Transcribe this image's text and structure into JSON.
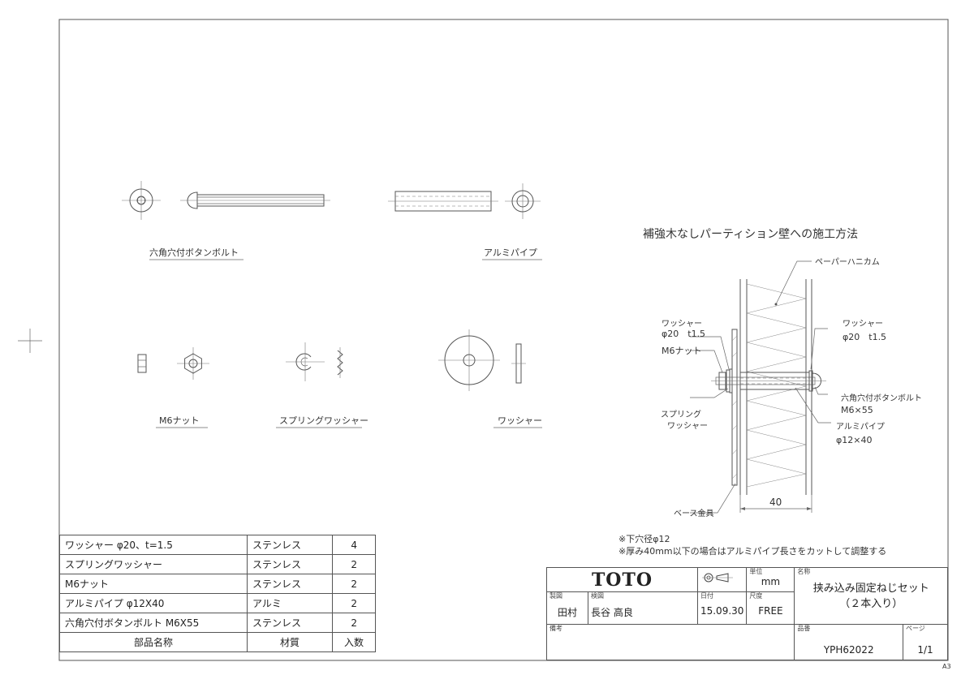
{
  "parts_view": {
    "bolt_label": "六角穴付ボタンボルト",
    "pipe_label": "アルミパイプ",
    "nut_label": "M6ナット",
    "spring_washer_label": "スプリングワッシャー",
    "washer_label": "ワッシャー"
  },
  "install_view": {
    "title": "補強木なしパーティション壁への施工方法",
    "honeycomb": "ペーパーハニカム",
    "washer_left": "ワッシャー",
    "washer_left_spec": "φ20　t1.5",
    "washer_right": "ワッシャー",
    "washer_right_spec": "φ20　t1.5",
    "nut": "M6ナット",
    "bolt": "六角穴付ボタンボルト",
    "bolt_spec": "M6×55",
    "spring_washer_1": "スプリング",
    "spring_washer_2": "ワッシャー",
    "pipe": "アルミパイプ",
    "pipe_spec": "φ12×40",
    "base": "ベース金具",
    "dim_40": "40"
  },
  "notes": [
    "※下穴径φ12",
    "※厚み40mm以下の場合はアルミパイプ長さをカットして調整する"
  ],
  "parts_table": {
    "rows": [
      {
        "name": "ワッシャー φ20、t=1.5",
        "material": "ステンレス",
        "qty": "4"
      },
      {
        "name": "スプリングワッシャー",
        "material": "ステンレス",
        "qty": "2"
      },
      {
        "name": "M6ナット",
        "material": "ステンレス",
        "qty": "2"
      },
      {
        "name": "アルミパイプ φ12X40",
        "material": "アルミ",
        "qty": "2"
      },
      {
        "name": "六角穴付ボタンボルト M6X55",
        "material": "ステンレス",
        "qty": "2"
      }
    ],
    "header": {
      "name": "部品名称",
      "material": "材質",
      "qty": "入数"
    }
  },
  "title_block": {
    "logo": "TOTO",
    "unit_label": "単位",
    "unit": "mm",
    "name_label": "名称",
    "name_line1": "挟み込み固定ねじセット",
    "name_line2": "（２本入り）",
    "drawn_label": "製図",
    "drawn_by": "田村",
    "checked_label": "検図",
    "checked_by": "長谷 高良",
    "date_label": "日付",
    "date": "15.09.30",
    "scale_label": "尺度",
    "scale": "FREE",
    "part_no_label": "品番",
    "part_no": "YPH62022",
    "page_label": "ページ",
    "page": "1/1",
    "remarks_label": "備考"
  },
  "sheet_size": "A3"
}
